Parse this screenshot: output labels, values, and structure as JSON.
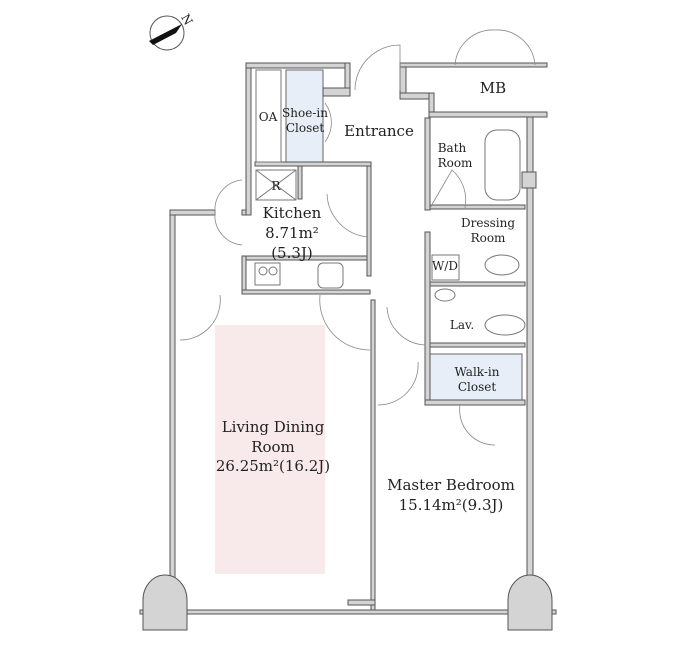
{
  "compass": {
    "label": "N"
  },
  "rooms": {
    "mb": "MB",
    "oa": "OA",
    "shoe_closet": [
      "Shoe-in",
      "Closet"
    ],
    "entrance": "Entrance",
    "bath": [
      "Bath",
      "Room"
    ],
    "refrigerator": "R",
    "kitchen": [
      "Kitchen",
      "8.71m²",
      "(5.3J)"
    ],
    "dressing": [
      "Dressing",
      "Room"
    ],
    "washer_dryer": "W/D",
    "lav": "Lav.",
    "walk_in_closet": [
      "Walk-in",
      "Closet"
    ],
    "living": [
      "Living Dining",
      "Room",
      "26.25m²(16.2J)"
    ],
    "master_bedroom": [
      "Master Bedroom",
      "15.14m²(9.3J)"
    ]
  },
  "colors": {
    "living_highlight": "#f8eaea",
    "closet_fill": "#e8eef7",
    "wall": "#d4d4d4"
  }
}
